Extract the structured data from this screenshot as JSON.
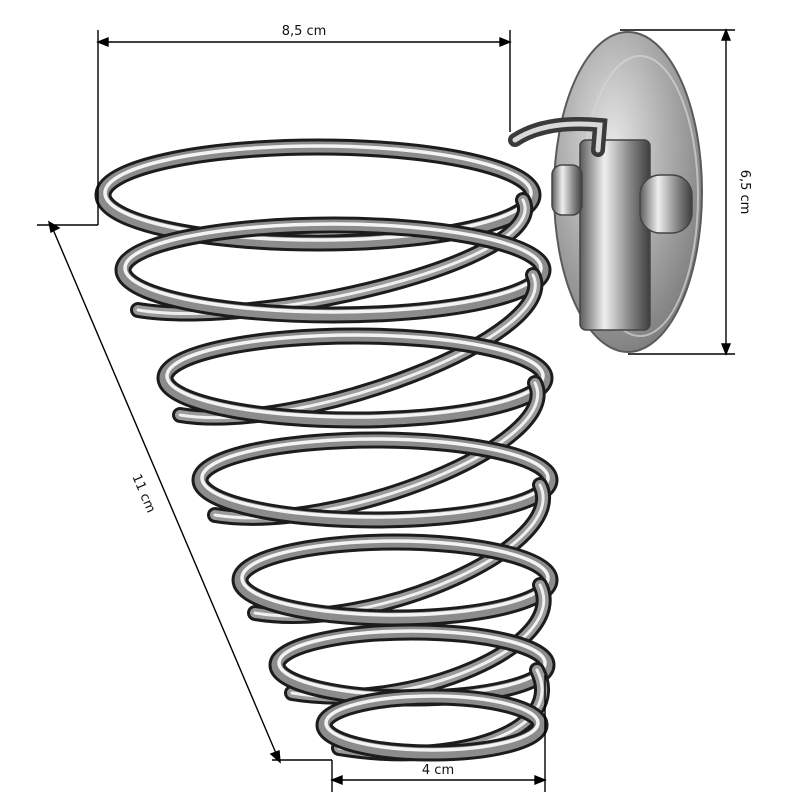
{
  "dimensions": {
    "top_width": "8,5 cm",
    "plate_height": "6,5 cm",
    "spiral_length": "11 cm",
    "bottom_width": "4 cm"
  },
  "colors": {
    "line": "#000000",
    "chrome_dark": "#2a2a2a",
    "chrome_mid": "#8a8a8a",
    "chrome_light": "#f2f2f2",
    "plate": "#b9b9b9"
  }
}
